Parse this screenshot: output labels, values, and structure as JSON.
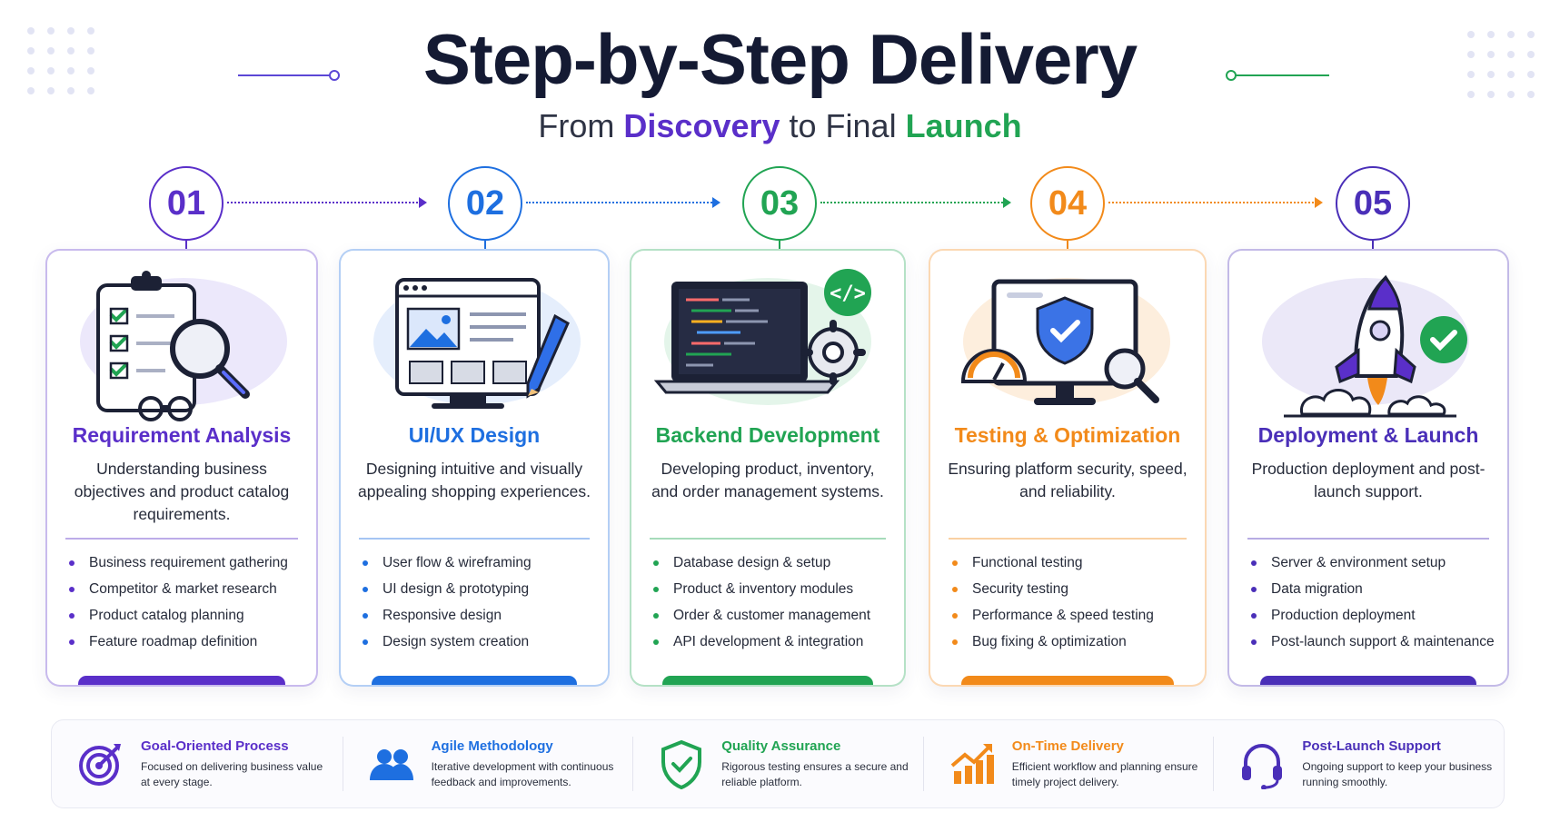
{
  "header": {
    "title": "Step-by-Step Delivery",
    "subtitle_part1": "From ",
    "subtitle_highlight1": "Discovery",
    "subtitle_part2": " to Final ",
    "subtitle_highlight2": "Launch"
  },
  "steps": [
    {
      "number": "01",
      "title": "Requirement Analysis",
      "description": "Understanding business objectives and product catalog requirements.",
      "color": "#5a2fc9",
      "items": [
        "Business requirement gathering",
        "Competitor & market research",
        "Product catalog planning",
        "Feature roadmap definition"
      ],
      "icon": "checklist-magnifier-icon"
    },
    {
      "number": "02",
      "title": "UI/UX Design",
      "description": "Designing intuitive and visually appealing shopping experiences.",
      "color": "#1e6fe0",
      "items": [
        "User flow & wireframing",
        "UI design & prototyping",
        "Responsive design",
        "Design system creation"
      ],
      "icon": "wireframe-pencil-icon"
    },
    {
      "number": "03",
      "title": "Backend Development",
      "description": "Developing product, inventory, and order management systems.",
      "color": "#21a453",
      "items": [
        "Database design & setup",
        "Product & inventory modules",
        "Order & customer management",
        "API development & integration"
      ],
      "icon": "laptop-code-gear-icon"
    },
    {
      "number": "04",
      "title": "Testing & Optimization",
      "description": "Ensuring platform security, speed, and reliability.",
      "color": "#f28a1a",
      "items": [
        "Functional testing",
        "Security testing",
        "Performance & speed testing",
        "Bug fixing & optimization"
      ],
      "icon": "monitor-shield-icon"
    },
    {
      "number": "05",
      "title": "Deployment & Launch",
      "description": "Production deployment and post-launch support.",
      "color": "#4a2fb8",
      "items": [
        "Server & environment setup",
        "Data migration",
        "Production deployment",
        "Post-launch support & maintenance"
      ],
      "icon": "rocket-check-icon"
    }
  ],
  "features": [
    {
      "title": "Goal-Oriented Process",
      "description": "Focused on delivering business value at every stage.",
      "color": "#5a2fc9",
      "icon": "target-icon"
    },
    {
      "title": "Agile Methodology",
      "description": "Iterative development with continuous feedback and improvements.",
      "color": "#1e6fe0",
      "icon": "team-icon"
    },
    {
      "title": "Quality Assurance",
      "description": "Rigorous testing ensures a secure and reliable platform.",
      "color": "#21a453",
      "icon": "shield-check-icon"
    },
    {
      "title": "On-Time Delivery",
      "description": "Efficient workflow and planning ensure timely project delivery.",
      "color": "#f28a1a",
      "icon": "growth-chart-icon"
    },
    {
      "title": "Post-Launch Support",
      "description": "Ongoing support to keep your business running smoothly.",
      "color": "#4a2fb8",
      "icon": "headset-icon"
    }
  ]
}
